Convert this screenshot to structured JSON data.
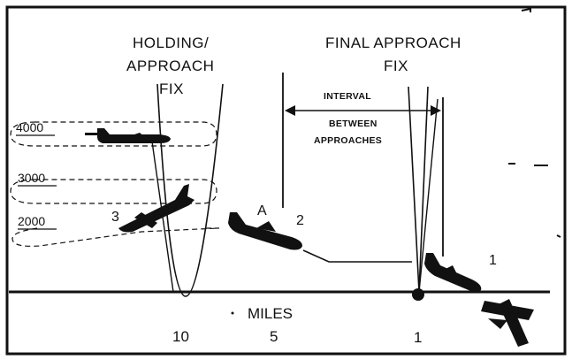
{
  "title_holding": [
    "HOLDING/",
    "APPROACH",
    "FIX"
  ],
  "title_final": [
    "FINAL APPROACH",
    "FIX"
  ],
  "interval_label": [
    "INTERVAL",
    "BETWEEN",
    "APPROACHES"
  ],
  "altitudes": [
    "4000",
    "3000",
    "2000"
  ],
  "aircraft_labels": {
    "three": "3",
    "a": "A",
    "two": "2",
    "one": "1"
  },
  "axis_title": "MILES",
  "miles": [
    "10",
    "5",
    "1"
  ],
  "colors": {
    "ink": "#111111",
    "background": "#ffffff"
  }
}
